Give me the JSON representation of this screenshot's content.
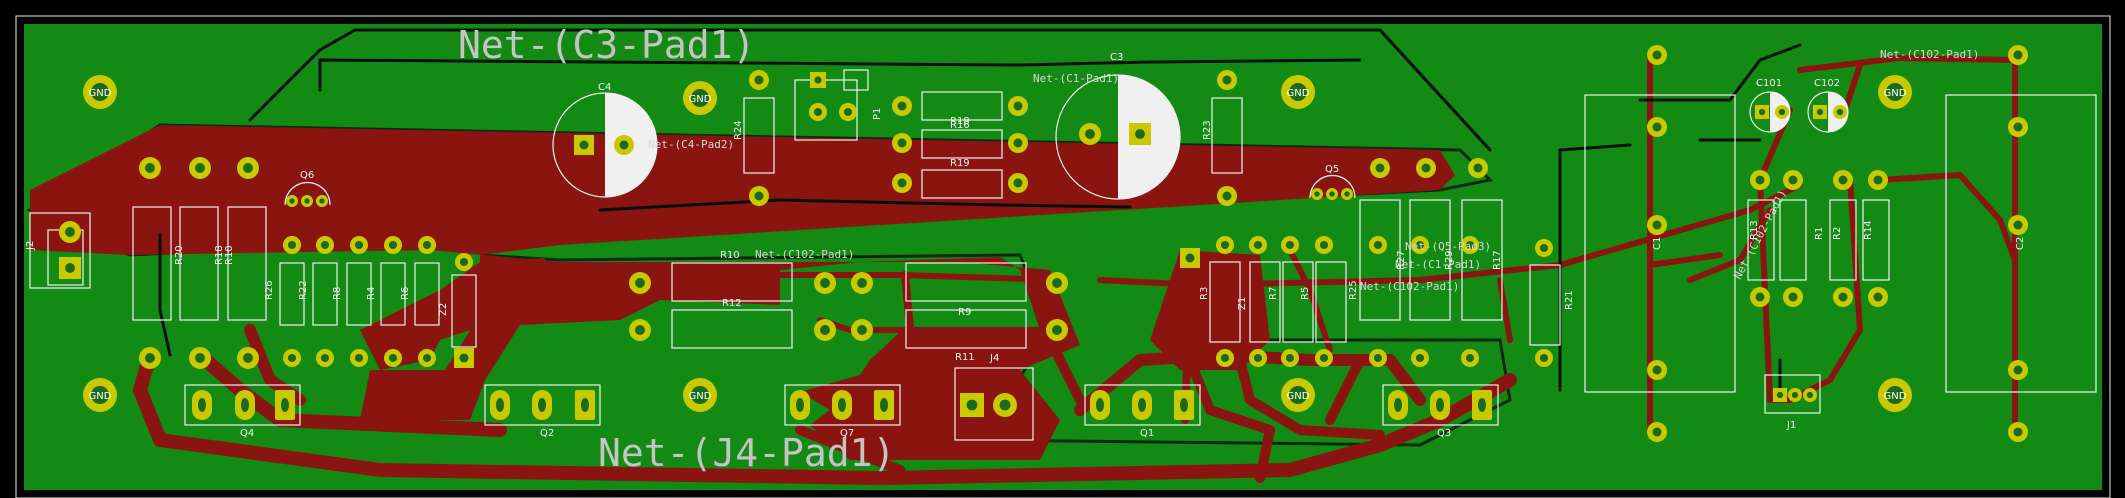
{
  "colors": {
    "background": "#000000",
    "copper_fill": "#138a13",
    "top_copper": "#8a1410",
    "via_outer": "#c9c900",
    "via_inner": "#1a6a1a",
    "silkscreen": "#f0f0f0",
    "net_label": "#c4c4c4"
  },
  "net_labels": {
    "c3_pad1": "Net-(C3-Pad1)",
    "j4_pad1": "Net-(J4-Pad1)",
    "c102_pad1_top": "Net-(C102-Pad1)",
    "c102_pad1_mid": "Net-(C102-Pad1)",
    "c102_pad1_right": "Net-(C102-Pad1)",
    "c102_pad1_diag": "Net-(C102-Pad1)",
    "c1_pad1": "Net-(C1-Pad1)",
    "c4_pad2": "Net-(C4-Pad2)",
    "c5_pad3": "Net-(Q5-Pad3)",
    "c1x_pad1": "Net-(C1-Pad1)"
  },
  "gnd_label": "GND",
  "components": {
    "capacitors": [
      "C4",
      "C3",
      "C101",
      "C102",
      "C1",
      "C2"
    ],
    "resistors": [
      "R20",
      "R18",
      "R10",
      "R26",
      "R22",
      "R8",
      "R4",
      "R6",
      "R24",
      "R16",
      "R19",
      "R23",
      "R10",
      "R12",
      "R9",
      "R3",
      "R5",
      "R7",
      "R25",
      "R29",
      "R27",
      "R17",
      "R21",
      "R13",
      "R1",
      "R14",
      "R2",
      "R11"
    ],
    "transistors": [
      "Q6",
      "Q5",
      "Q4",
      "Q2",
      "Q7",
      "Q1",
      "Q3"
    ],
    "connectors": [
      "J2",
      "J4",
      "J1",
      "P1"
    ],
    "zeners": [
      "Z1",
      "Z2"
    ]
  },
  "labels": {
    "C4": "C4",
    "C3": "C3",
    "C101": "C101",
    "C102": "C102",
    "C1": "C1",
    "C2": "C2",
    "Q6": "Q6",
    "Q5": "Q5",
    "Q4": "Q4",
    "Q2": "Q2",
    "Q7": "Q7",
    "Q1": "Q1",
    "Q3": "Q3",
    "J2": "J2",
    "J4": "J4",
    "J1": "J1",
    "P1": "P1",
    "R20": "R20",
    "R18": "R18",
    "R10a": "R10",
    "R26": "R26",
    "R22": "R22",
    "R8": "R8",
    "R4": "R4",
    "R6": "R6",
    "Z2": "Z2",
    "R24": "R24",
    "R16": "R16",
    "R18b": "R18",
    "R19": "R19",
    "R23": "R23",
    "R10": "R10",
    "R12": "R12",
    "R9": "R9",
    "R11": "R11",
    "R3": "R3",
    "Z1": "Z1",
    "R7": "R7",
    "R5": "R5",
    "R25": "R25",
    "R27": "R27",
    "R29": "R29",
    "R17": "R17",
    "R21": "R21",
    "R13": "R13",
    "R1": "R1",
    "R14": "R14",
    "R2": "R2"
  }
}
